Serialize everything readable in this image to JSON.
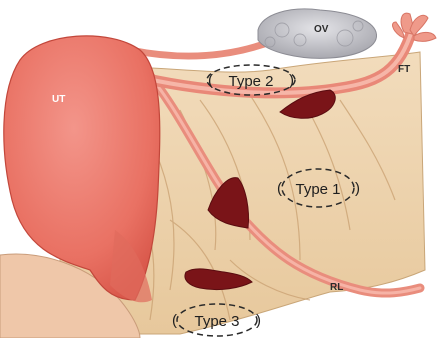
{
  "labels": {
    "uterus": "UT",
    "ovary": "OV",
    "fallopian_tube": "FT",
    "round_ligament": "RL"
  },
  "lesions": [
    {
      "label": "Type 1"
    },
    {
      "label": "Type 2"
    },
    {
      "label": "Type 3"
    }
  ],
  "colors": {
    "uterus": "#ec7b6c",
    "ligament": "#ecd2ac",
    "tube": "#ef9a8a",
    "ovary": "#bfbfc4",
    "lesion": "#7a1418",
    "outline": "#2a2a2a"
  }
}
